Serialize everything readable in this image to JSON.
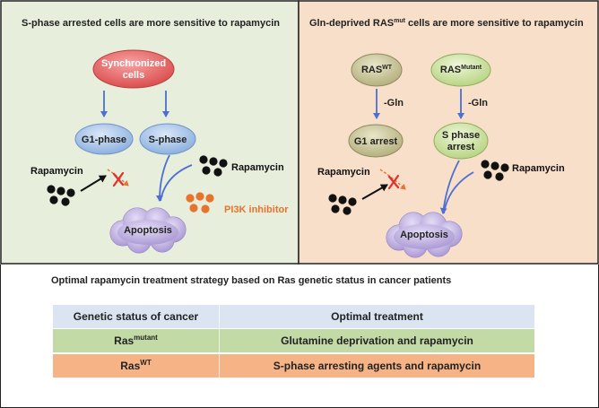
{
  "colors": {
    "left_panel_bg": "#e8eedc",
    "right_panel_bg": "#f8dfca",
    "synchronized_fill": "#e05656",
    "phase_fill": "#a8c6ea",
    "ras_wt_fill": "#c9c69a",
    "ras_mutant_fill": "#cfe3a2",
    "apoptosis_fill": "#c0b2e0",
    "arrow_blue": "#4c6fd0",
    "inhibitor_orange": "#e8732c",
    "header_row": "#dbe5f1",
    "mutant_row": "#c2dba6",
    "wt_row": "#f6b486"
  },
  "left_panel": {
    "title": "S-phase arrested cells are more sensitive to rapamycin",
    "synchronized": "Synchronized",
    "synchronized_2": "cells",
    "g1_phase": "G1-phase",
    "s_phase": "S-phase",
    "rapamycin_left": "Rapamycin",
    "rapamycin_right": "Rapamycin",
    "pi3k": "PI3K inhibitor",
    "apoptosis": "Apoptosis"
  },
  "right_panel": {
    "title_pre": "Gln-deprived RAS",
    "title_sup": "mut",
    "title_post": " cells are more sensitive to rapamycin",
    "ras": "RAS",
    "ras_wt_sup": "WT",
    "ras_mutant_sup": "Mutant",
    "gln_left": "-Gln",
    "gln_right": "-Gln",
    "g1_arrest": "G1 arrest",
    "s_phase_arrest_1": "S phase",
    "s_phase_arrest_2": "arrest",
    "rapamycin_left": "Rapamycin",
    "rapamycin_right": "Rapamycin",
    "apoptosis": "Apoptosis"
  },
  "table": {
    "title": "Optimal rapamycin treatment strategy based on Ras genetic status in cancer patients",
    "headers": [
      "Genetic status of cancer",
      "Optimal treatment"
    ],
    "ras_label": "Ras",
    "rows": [
      {
        "status_sup": "mutant",
        "treatment": "Glutamine deprivation and rapamycin"
      },
      {
        "status_sup": "WT",
        "treatment": "S-phase arresting agents and rapamycin"
      }
    ]
  }
}
